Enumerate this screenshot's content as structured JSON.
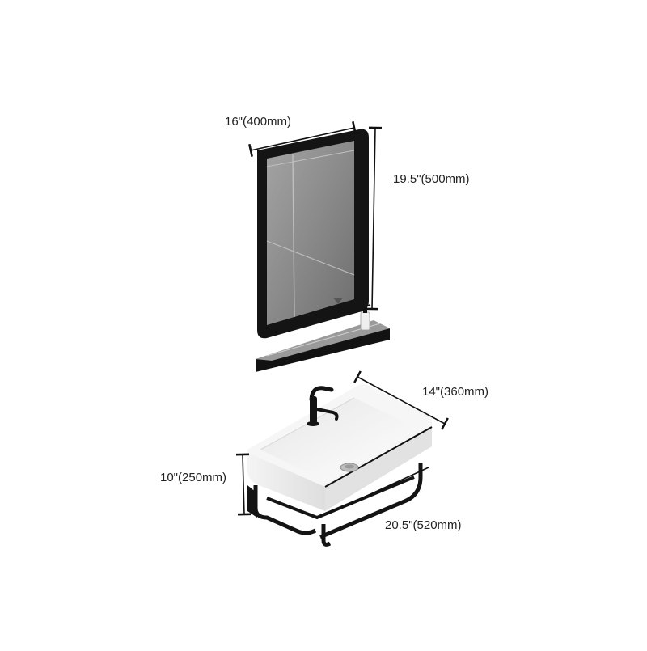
{
  "dimensions": {
    "mirror_width": "16\"(400mm)",
    "mirror_height": "19.5\"(500mm)",
    "basin_depth": "14\"(360mm)",
    "basin_height": "10\"(250mm)",
    "basin_width": "20.5\"(520mm)"
  },
  "colors": {
    "frame": "#141414",
    "glass": "#8c8c8c",
    "basin": "#f7f7f7",
    "basin_shadow": "#e4e4e4",
    "dimension_line": "#111111"
  }
}
